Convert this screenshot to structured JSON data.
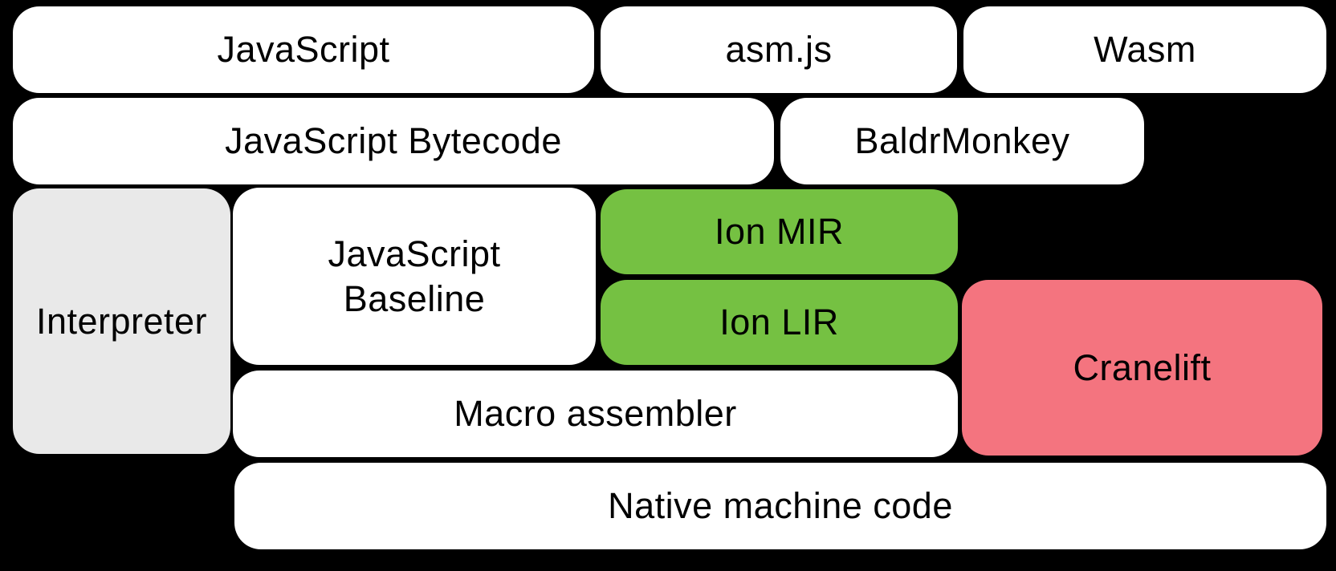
{
  "colors": {
    "background": "#000000",
    "box_white": "#ffffff",
    "box_gray": "#e9e9e9",
    "box_green": "#75c142",
    "box_pink": "#f4747f",
    "text": "#000000"
  },
  "nodes": {
    "javascript": {
      "label": "JavaScript"
    },
    "asmjs": {
      "label": "asm.js"
    },
    "wasm": {
      "label": "Wasm"
    },
    "bytecode": {
      "label": "JavaScript Bytecode"
    },
    "baldrmonkey": {
      "label": "BaldrMonkey"
    },
    "interpreter": {
      "label": "Interpreter"
    },
    "baseline": {
      "label": "JavaScript Baseline"
    },
    "ion_mir": {
      "label": "Ion MIR"
    },
    "ion_lir": {
      "label": "Ion LIR"
    },
    "cranelift": {
      "label": "Cranelift"
    },
    "macro_assembler": {
      "label": "Macro assembler"
    },
    "native": {
      "label": "Native machine code"
    }
  }
}
